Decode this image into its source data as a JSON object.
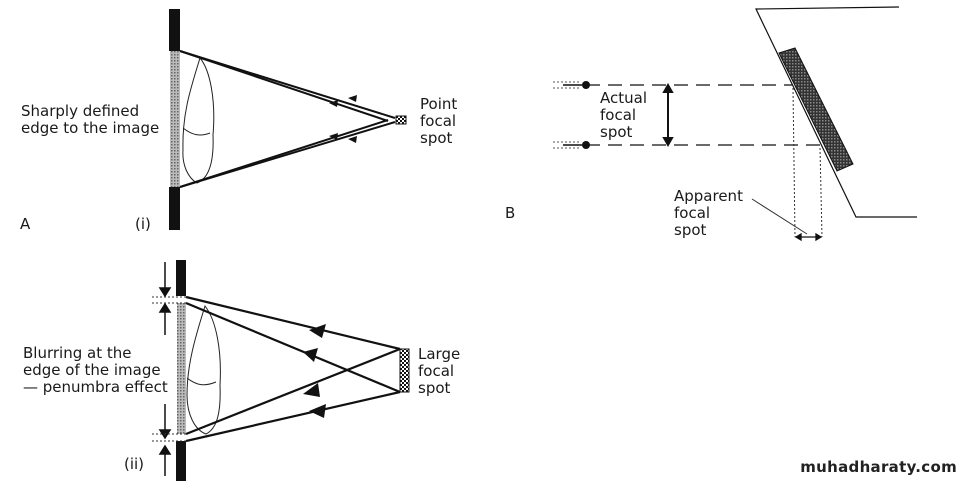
{
  "panel_a": {
    "label": "A",
    "sub_i": {
      "label": "(i)",
      "left_caption": [
        "Sharply defined",
        "edge to the image"
      ],
      "source_caption": [
        "Point",
        "focal",
        "spot"
      ]
    },
    "sub_ii": {
      "label": "(ii)",
      "left_caption": [
        "Blurring at the",
        "edge of the image",
        "— penumbra effect"
      ],
      "source_caption": [
        "Large",
        "focal",
        "spot"
      ]
    }
  },
  "panel_b": {
    "label": "B",
    "actual_caption": [
      "Actual",
      "focal",
      "spot"
    ],
    "apparent_caption": [
      "Apparent",
      "focal",
      "spot"
    ]
  },
  "watermark": "muhadharaty.com"
}
